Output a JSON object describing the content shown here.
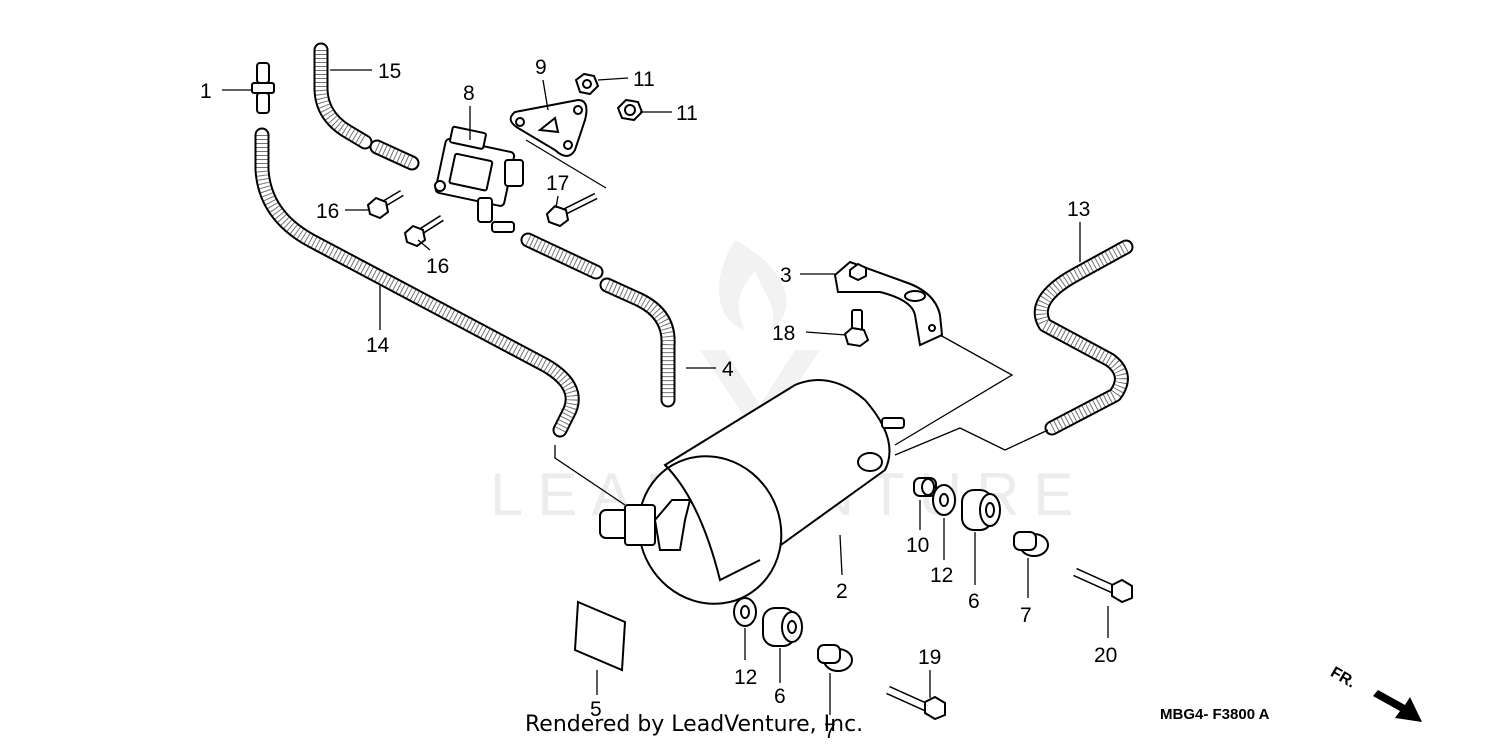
{
  "diagram": {
    "callouts": [
      "1",
      "2",
      "3",
      "4",
      "5",
      "6",
      "6",
      "7",
      "7",
      "8",
      "9",
      "10",
      "11",
      "11",
      "12",
      "12",
      "13",
      "14",
      "15",
      "16",
      "16",
      "17",
      "18",
      "19",
      "20"
    ],
    "drawing_code": "MBG4- F3800 A",
    "direction_label": "FR.",
    "footer_text": "Rendered by LeadVenture, Inc.",
    "watermark_text": "LEADVENTURE"
  }
}
